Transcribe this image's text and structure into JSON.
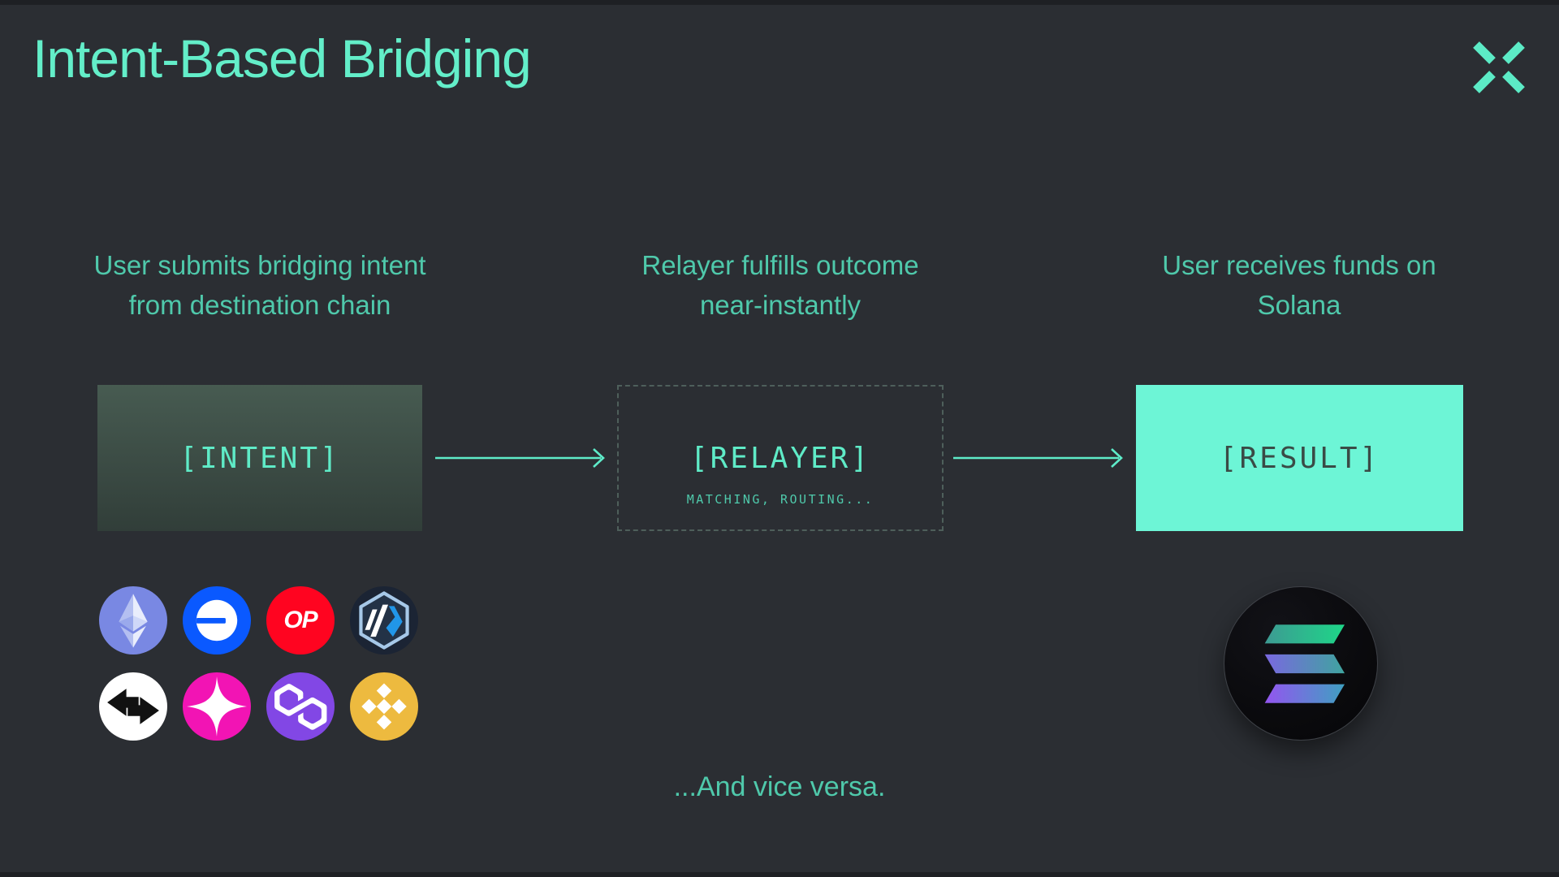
{
  "slide": {
    "title": "Intent-Based Bridging",
    "footer": "...And vice versa."
  },
  "brand": {
    "logo_icon": "x-mark-logo"
  },
  "columns": [
    {
      "heading_line1": "User submits bridging intent",
      "heading_line2": "from destination chain",
      "box_label": "[INTENT]"
    },
    {
      "heading_line1": "Relayer fulfills outcome",
      "heading_line2": "near-instantly",
      "box_label": "[RELAYER]",
      "box_sublabel": "MATCHING, ROUTING..."
    },
    {
      "heading_line1": "User receives funds on",
      "heading_line2": "Solana",
      "box_label": "[RESULT]"
    }
  ],
  "source_chains": [
    {
      "icon": "ethereum-icon"
    },
    {
      "icon": "base-icon"
    },
    {
      "icon": "optimism-icon",
      "label": "OP"
    },
    {
      "icon": "arbitrum-icon"
    },
    {
      "icon": "zksync-icon"
    },
    {
      "icon": "unichain-icon"
    },
    {
      "icon": "polygon-icon"
    },
    {
      "icon": "bnb-icon"
    }
  ],
  "destination_chain": {
    "icon": "solana-icon"
  },
  "colors": {
    "background": "#2B2E33",
    "accent_mint": "#5FEBC7",
    "heading_teal": "#4FC9AB",
    "result_fill": "#6DF5D6",
    "result_text": "#3A4B46",
    "intent_gradient_top": "#475B51",
    "intent_gradient_bottom": "#313E39",
    "optimism_red": "#FF0420",
    "base_blue": "#0A59FF",
    "ethereum_periwinkle": "#7988E3",
    "arbitrum_navy": "#1B2434",
    "unichain_magenta": "#F214B4",
    "polygon_purple": "#8247E5",
    "bnb_gold": "#EDBA3F"
  }
}
